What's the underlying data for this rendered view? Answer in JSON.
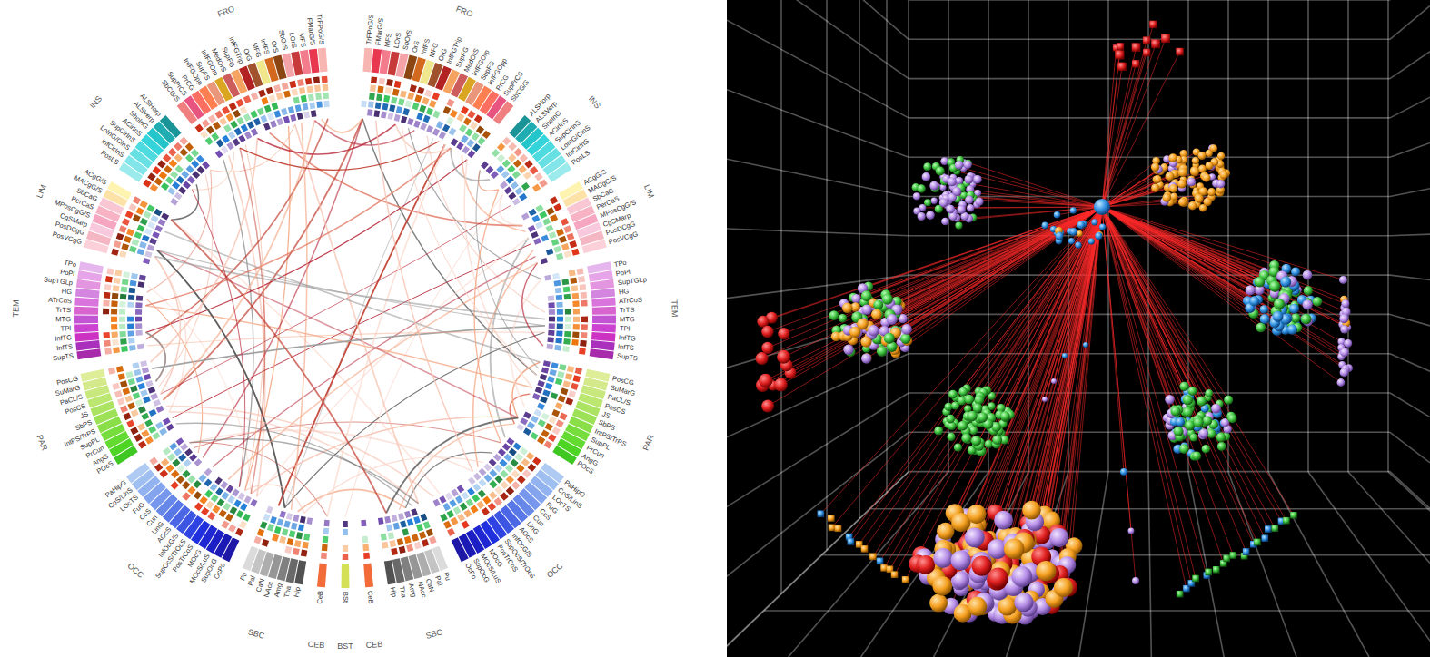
{
  "diagram": {
    "labels": [
      "FRO",
      "TrFPoG/S",
      "FMarG/S",
      "MFS",
      "LOrS",
      "SbOrS",
      "OrS",
      "InfFS",
      "MFG",
      "OrG",
      "InfFGTrip",
      "SupFG",
      "MedOrS",
      "InfFGOrp",
      "SupFS",
      "InfFGOpp",
      "PrCG",
      "SupPrCS",
      "SbCG/S",
      "INS",
      "ALSHorp",
      "ALSVerp",
      "ShoInG",
      "ACirInS",
      "SupCirInS",
      "LoInG/CInS",
      "InfCirInS",
      "PosLS",
      "LIM",
      "ACgG/S",
      "MACgG/S",
      "SbCaG",
      "PerCaS",
      "MPosCgG/S",
      "CgSMarp",
      "PosDCgG",
      "PosVCgG",
      "TEM",
      "TPo",
      "PoPl",
      "SupTGLp",
      "HG",
      "ATrCoS",
      "TrTS",
      "MTG",
      "TPl",
      "InfTG",
      "InfTS",
      "SupTS",
      "PAR",
      "PosCG",
      "SuMarG",
      "PaCL/S",
      "PosCS",
      "JS",
      "SbPS",
      "IntPS/TrPS",
      "SupPL",
      "PrCun",
      "AngG",
      "POcS",
      "OCC",
      "PaHipG",
      "CoS/LinS",
      "LOcTS",
      "FuG",
      "CcS",
      "Cun",
      "LinG",
      "AOcS",
      "InfOcG/S",
      "SupOcS/TrOcS",
      "PosTrCoS",
      "MOcG",
      "MOcS/LuS",
      "SupOcG",
      "OcPo",
      "SBC",
      "Pu",
      "Pal",
      "CaN",
      "NAcc",
      "Amg",
      "Tha",
      "Hip",
      "CEB",
      "CeB",
      "BST",
      "BSt",
      "FRO",
      "TrFPoG/S",
      "FMarG/S",
      "MFS",
      "LOrS",
      "SbOrS",
      "OrS",
      "InfFS",
      "MFG",
      "OrG",
      "InfFGTrip",
      "SupFG",
      "MedOrS",
      "InfFGOrp",
      "SupFS",
      "InfFGOpp",
      "PrCG",
      "SupPrCS",
      "SbCG/S",
      "INS",
      "ALSHorp",
      "ALSVerp",
      "ShoInG",
      "ACirInS",
      "SupCirInS",
      "LoInG/CInS",
      "InfCirInS",
      "PosLS",
      "LIM",
      "ACgG/S",
      "MACgG/S",
      "SbCaG",
      "PerCaS",
      "MPosCgG/S",
      "CgSMarp",
      "PosDCgG",
      "PosVCgG",
      "TEM",
      "TPo",
      "PoPl",
      "SupTGLp",
      "HG",
      "ATrCoS",
      "TrTS",
      "MTG",
      "TPl",
      "InfTG",
      "InfTS",
      "SupTS",
      "PAR",
      "PosCG",
      "SuMarG",
      "PaCL/S",
      "PosCS",
      "JS",
      "SbPS",
      "IntPS/TrPS",
      "SupPL",
      "PrCun",
      "AngG",
      "POcS",
      "OCC",
      "PaHipG",
      "CoS/LinS",
      "LOcTS",
      "FuG",
      "CcS",
      "Cun",
      "LinG",
      "AOcS",
      "InfOcG/S",
      "SupOcS/TrOcS",
      "PosTrCoS",
      "MOcG",
      "MOcS/LuS",
      "SupOcG",
      "OcPo",
      "SBC",
      "Pu",
      "Pal",
      "CaN",
      "NAcc",
      "Amg",
      "Tha",
      "Hip",
      "CEB",
      "CeB"
    ]
  }
}
